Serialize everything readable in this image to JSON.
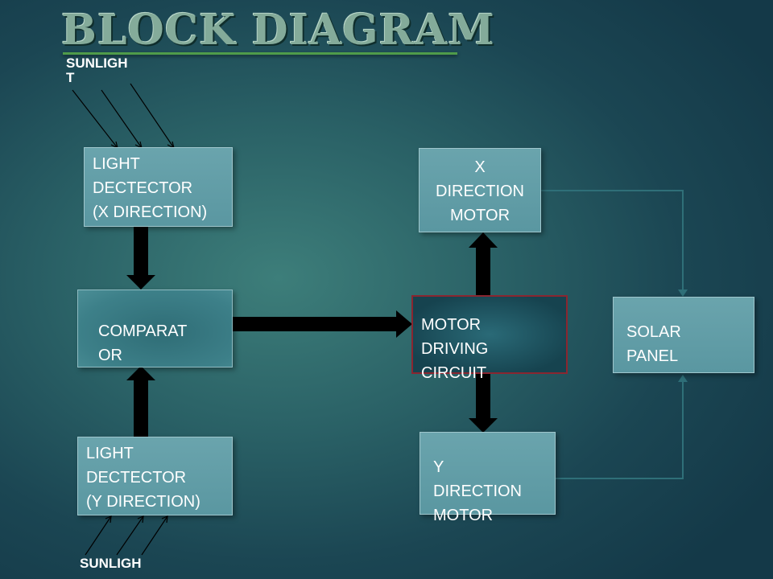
{
  "title": "BLOCK DIAGRAM",
  "sunlight_top": "SUNLIGH\nT",
  "sunlight_bottom": "SUNLIGH",
  "blocks": {
    "light_x": "LIGHT\nDECTECTOR\n(X DIRECTION)",
    "light_y": "LIGHT\nDECTECTOR\n(Y DIRECTION)",
    "comparator": "COMPARAT\nOR",
    "motor_driving": "MOTOR\nDRIVING\nCIRCUIT",
    "x_motor": "X\nDIRECTION\nMOTOR",
    "y_motor": "Y\nDIRECTION\nMOTOR",
    "solar_panel": "SOLAR\nPANEL"
  },
  "colors": {
    "block_fill": "#5f9ca6",
    "arrow": "#000000",
    "wire": "#2f6f78",
    "title": "#84ab9a",
    "title_underline": "#4f9b4a",
    "motor_border": "#8a2630"
  }
}
